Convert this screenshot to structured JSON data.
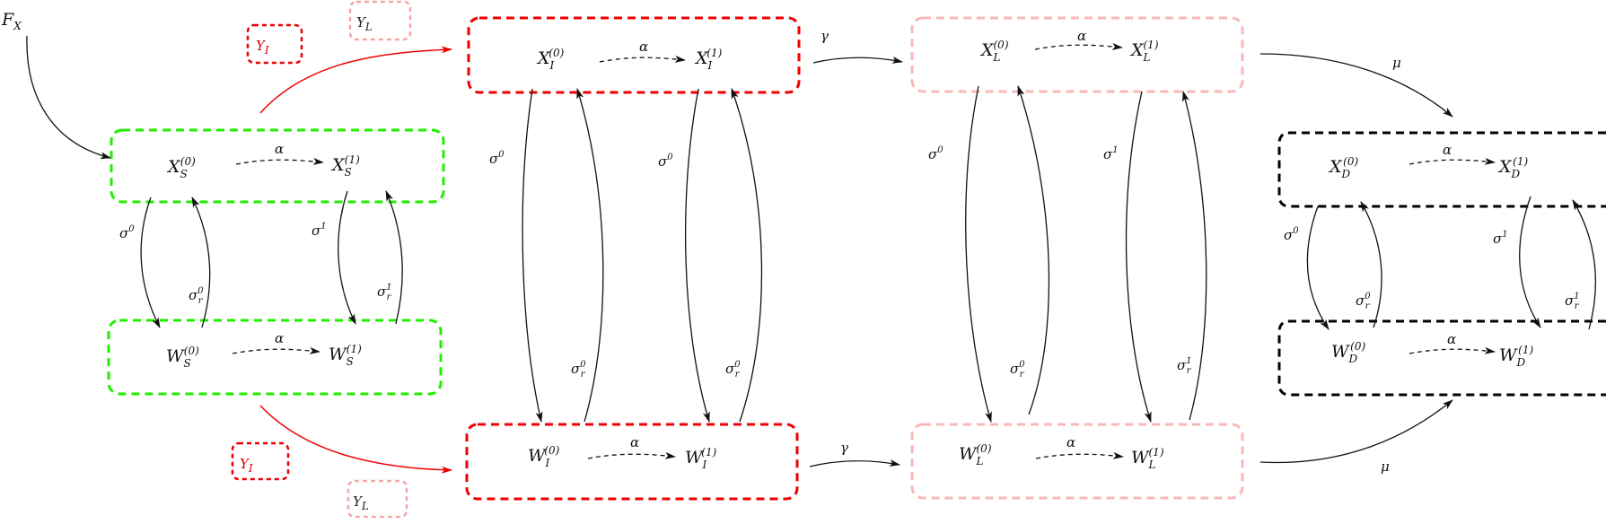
{
  "inputs": {
    "fx": {
      "base": "F",
      "sub": "X"
    }
  },
  "tags": {
    "yi_top": {
      "base": "Y",
      "sub": "I",
      "color": "#e00000"
    },
    "yl_top": {
      "base": "Y",
      "sub": "L",
      "color": "#f4a6a6"
    },
    "yi_bottom": {
      "base": "Y",
      "sub": "I",
      "color": "#e00000"
    },
    "yl_bottom": {
      "base": "Y",
      "sub": "L",
      "color": "#f4a6a6"
    }
  },
  "colors": {
    "S": "#22ee00",
    "I": "#ee0000",
    "L": "#f8b8b8",
    "D": "#000000",
    "infection_arrow": "#ee0000",
    "edge": "#111111"
  },
  "nodes": {
    "XS0": {
      "base": "X",
      "sub": "S",
      "sup": "(0)"
    },
    "XS1": {
      "base": "X",
      "sub": "S",
      "sup": "(1)"
    },
    "WS0": {
      "base": "W",
      "sub": "S",
      "sup": "(0)"
    },
    "WS1": {
      "base": "W",
      "sub": "S",
      "sup": "(1)"
    },
    "XI0": {
      "base": "X",
      "sub": "I",
      "sup": "(0)"
    },
    "XI1": {
      "base": "X",
      "sub": "I",
      "sup": "(1)"
    },
    "WI0": {
      "base": "W",
      "sub": "I",
      "sup": "(0)"
    },
    "WI1": {
      "base": "W",
      "sub": "I",
      "sup": "(1)"
    },
    "XL0": {
      "base": "X",
      "sub": "L",
      "sup": "(0)"
    },
    "XL1": {
      "base": "X",
      "sub": "L",
      "sup": "(1)"
    },
    "WL0": {
      "base": "W",
      "sub": "L",
      "sup": "(0)"
    },
    "WL1": {
      "base": "W",
      "sub": "L",
      "sup": "(1)"
    },
    "XD0": {
      "base": "X",
      "sub": "D",
      "sup": "(0)"
    },
    "XD1": {
      "base": "X",
      "sub": "D",
      "sup": "(1)"
    },
    "WD0": {
      "base": "W",
      "sub": "D",
      "sup": "(0)"
    },
    "WD1": {
      "base": "W",
      "sub": "D",
      "sup": "(1)"
    }
  },
  "rates": {
    "alpha": "α",
    "gamma": "γ",
    "mu": "μ",
    "sigma0": {
      "base": "σ",
      "sup": "0"
    },
    "sigma1": {
      "base": "σ",
      "sup": "1"
    },
    "sigma_r0": {
      "base": "σ",
      "sup": "0",
      "sub": "r"
    },
    "sigma_r1": {
      "base": "σ",
      "sup": "1",
      "sub": "r"
    }
  }
}
